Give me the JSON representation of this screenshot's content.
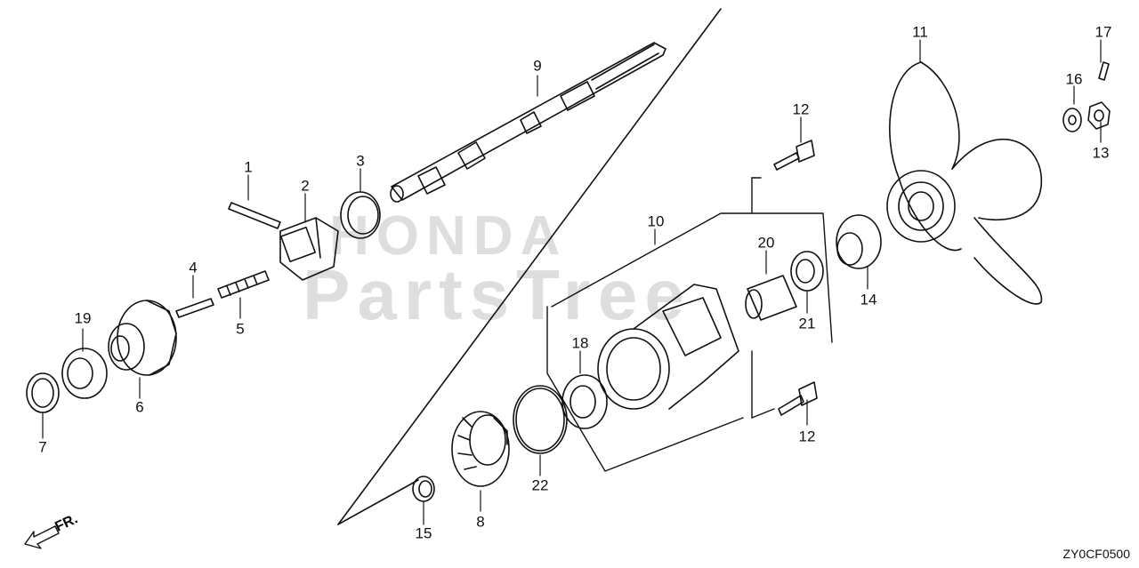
{
  "diagram_code": "ZY0CF0500",
  "direction_label": "FR.",
  "watermark_lines": [
    "HONDA",
    "PartsTree"
  ],
  "callouts": [
    {
      "id": "c1",
      "text": "1"
    },
    {
      "id": "c2",
      "text": "2"
    },
    {
      "id": "c3",
      "text": "3"
    },
    {
      "id": "c4",
      "text": "4"
    },
    {
      "id": "c5",
      "text": "5"
    },
    {
      "id": "c6",
      "text": "6"
    },
    {
      "id": "c7",
      "text": "7"
    },
    {
      "id": "c8",
      "text": "8"
    },
    {
      "id": "c9",
      "text": "9"
    },
    {
      "id": "c10",
      "text": "10"
    },
    {
      "id": "c11",
      "text": "11"
    },
    {
      "id": "c12a",
      "text": "12"
    },
    {
      "id": "c12b",
      "text": "12"
    },
    {
      "id": "c13",
      "text": "13"
    },
    {
      "id": "c14",
      "text": "14"
    },
    {
      "id": "c15",
      "text": "15"
    },
    {
      "id": "c16",
      "text": "16"
    },
    {
      "id": "c17",
      "text": "17"
    },
    {
      "id": "c18",
      "text": "18"
    },
    {
      "id": "c19",
      "text": "19"
    },
    {
      "id": "c20",
      "text": "20"
    },
    {
      "id": "c21",
      "text": "21"
    },
    {
      "id": "c22",
      "text": "22"
    }
  ]
}
